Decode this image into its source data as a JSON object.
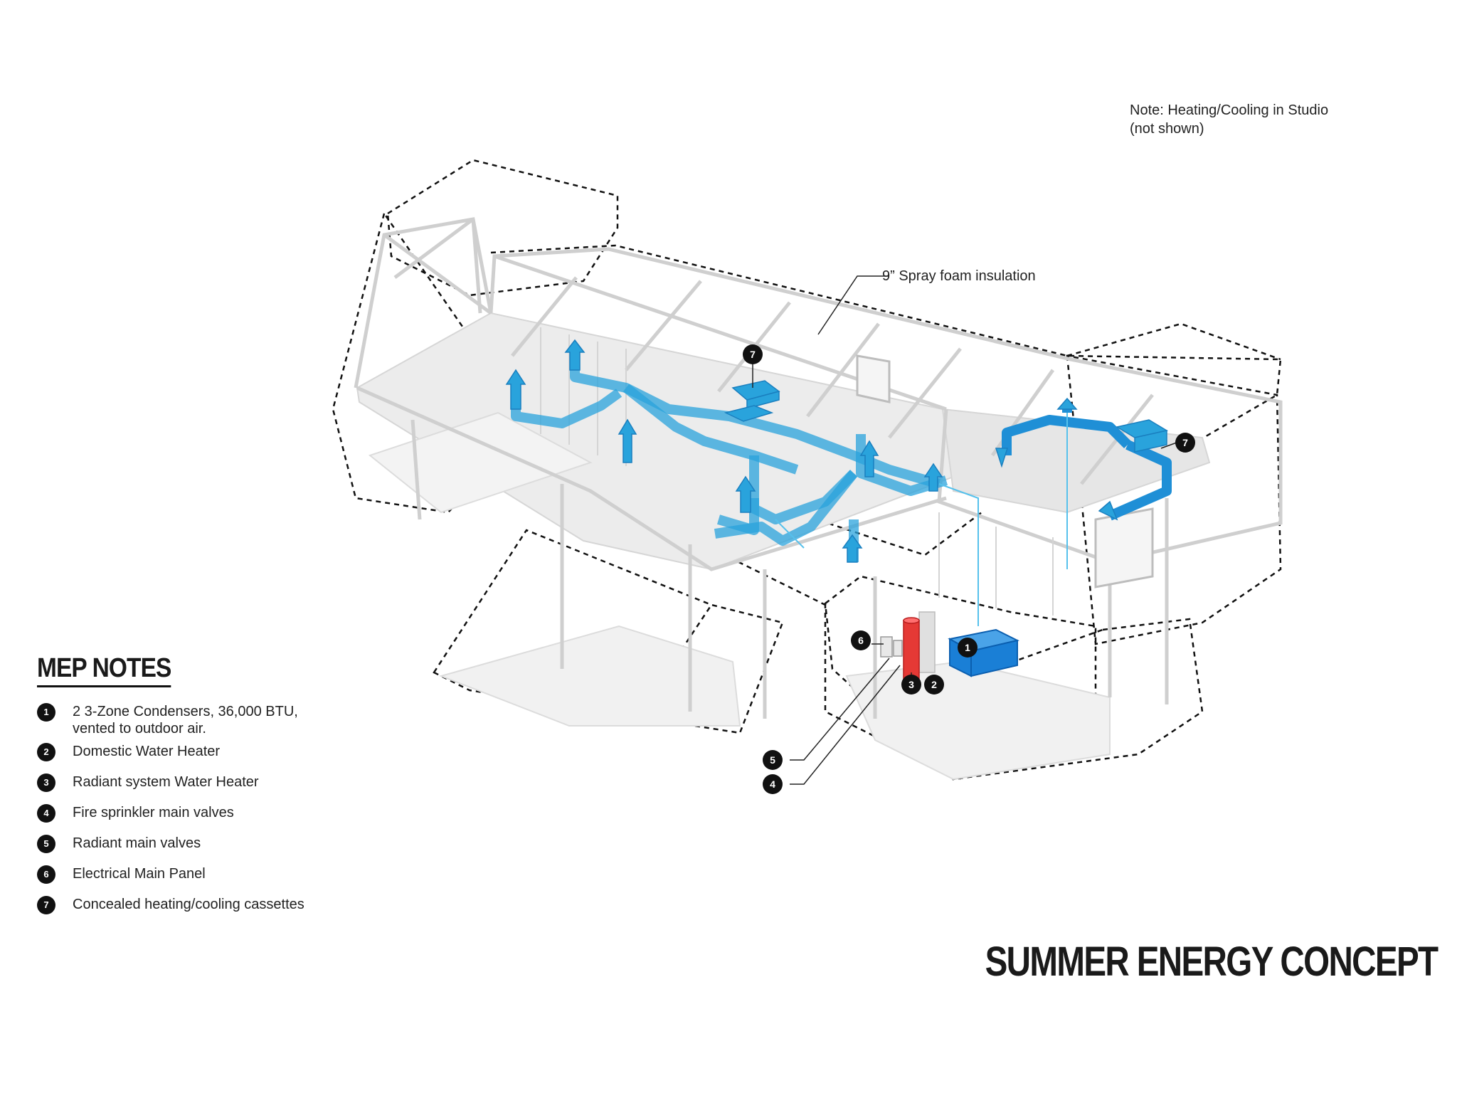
{
  "note": {
    "line1": "Note: Heating/Cooling in Studio",
    "line2": "(not shown)"
  },
  "callouts": {
    "insulation": "9” Spray foam insulation"
  },
  "markers": [
    "7",
    "7",
    "1",
    "6",
    "3",
    "2",
    "5",
    "4"
  ],
  "legend": {
    "title": "MEP NOTES",
    "items": [
      {
        "num": "1",
        "text": "2 3-Zone Condensers, 36,000 BTU,\nvented to outdoor air."
      },
      {
        "num": "2",
        "text": "Domestic Water Heater"
      },
      {
        "num": "3",
        "text": "Radiant system Water Heater"
      },
      {
        "num": "4",
        "text": "Fire sprinkler main valves"
      },
      {
        "num": "5",
        "text": "Radiant main valves"
      },
      {
        "num": "6",
        "text": "Electrical Main Panel"
      },
      {
        "num": "7",
        "text": "Concealed heating/cooling cassettes"
      }
    ]
  },
  "title": "SUMMER ENERGY CONCEPT",
  "colors": {
    "duct": "#29a3dc",
    "duct_dark": "#1a7fbf",
    "equipment": "#1a7fd6",
    "heater": "#e53935",
    "structure": "#cfcfcf",
    "marker": "#111111"
  }
}
